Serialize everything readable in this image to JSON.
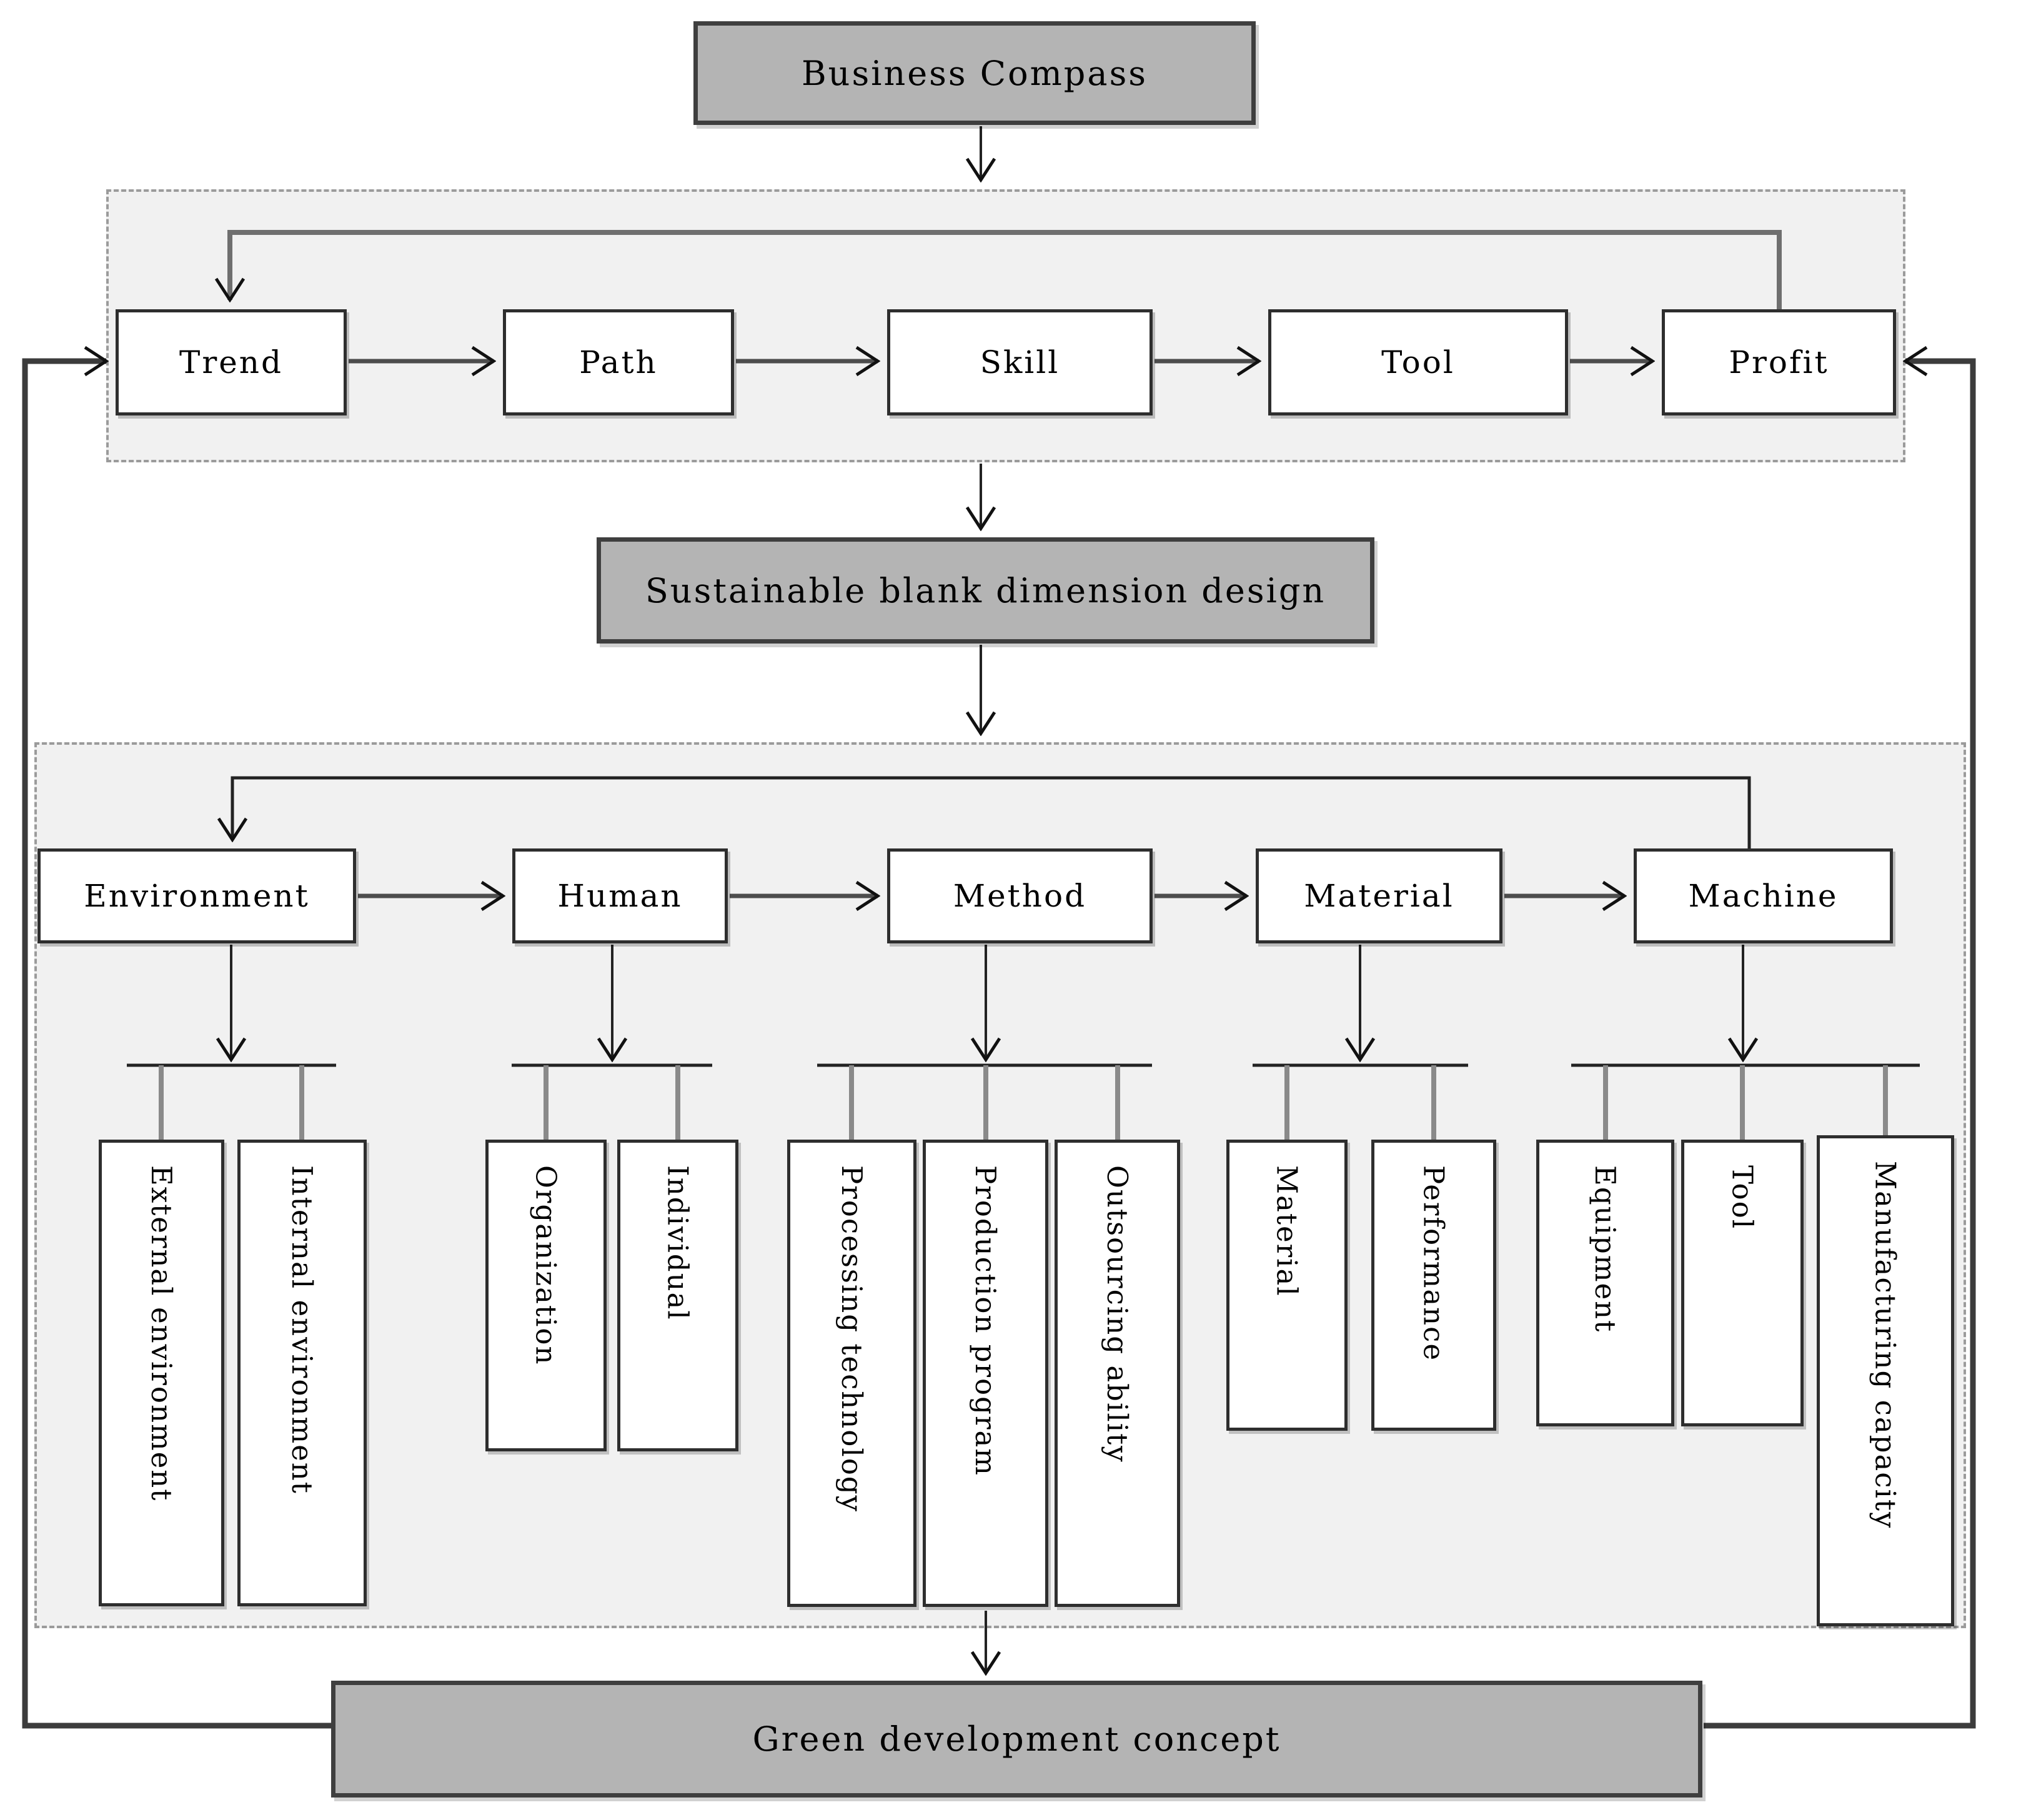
{
  "nodes": {
    "business_compass": "Business Compass",
    "sustainable": "Sustainable blank dimension design",
    "green": "Green development concept"
  },
  "chain1": {
    "items": [
      "Trend",
      "Path",
      "Skill",
      "Tool",
      "Profit"
    ]
  },
  "chain2": {
    "items": [
      "Environment",
      "Human",
      "Method",
      "Material",
      "Machine"
    ]
  },
  "subgroups": {
    "environment": [
      "External environment",
      "Internal environment"
    ],
    "human": [
      "Organization",
      "Individual"
    ],
    "method": [
      "Processing technology",
      "Production program",
      "Outsourcing ability"
    ],
    "material": [
      "Material",
      "Performance"
    ],
    "machine": [
      "Equipment",
      "Tool",
      "Manufacturing capacity"
    ]
  },
  "colors": {
    "gray_node_fill": "#b4b4b4",
    "panel_fill": "#f1f1f1",
    "line": "#333333",
    "box_border": "#2e2e2e"
  }
}
